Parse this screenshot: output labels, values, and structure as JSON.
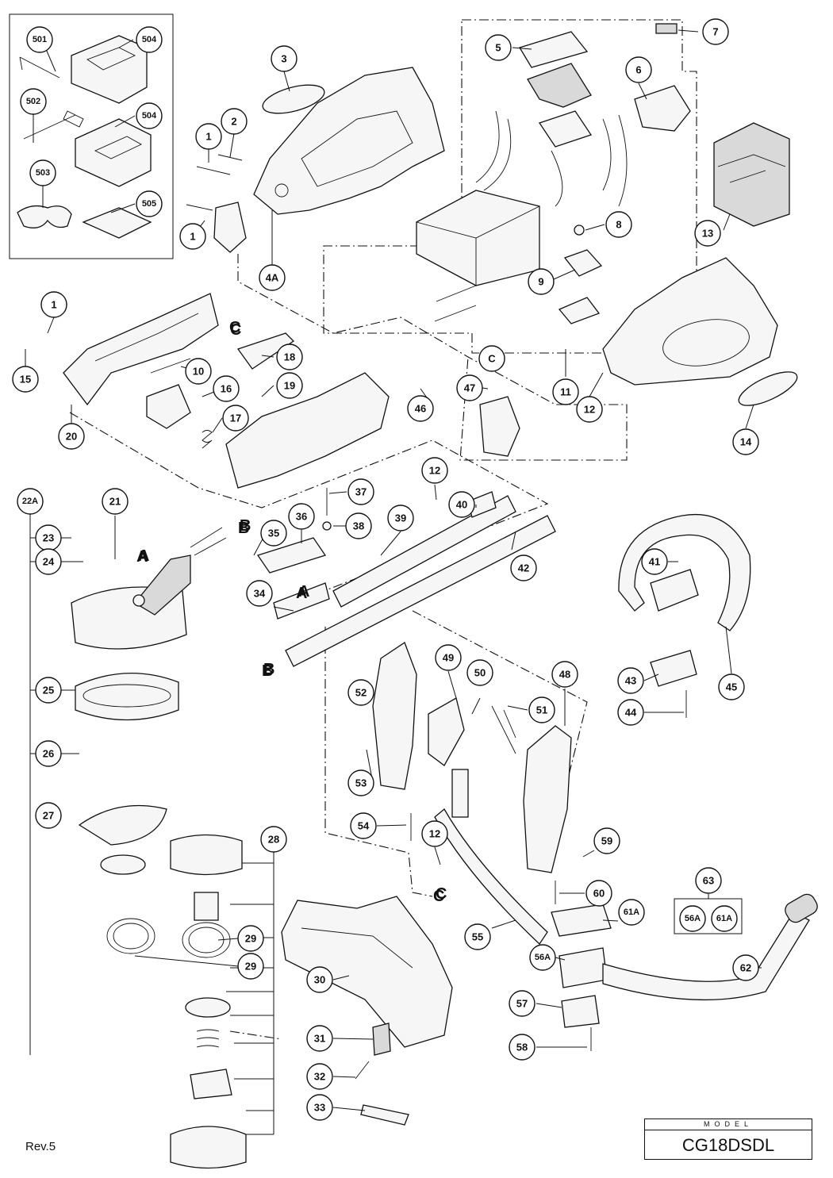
{
  "document": {
    "revision": "Rev.5",
    "model_caption": "MODEL",
    "model_number": "CG18DSDL"
  },
  "callouts": [
    "501",
    "504",
    "502",
    "504",
    "503",
    "505",
    "3",
    "1",
    "2",
    "1",
    "4A",
    "5",
    "7",
    "6",
    "8",
    "9",
    "13",
    "1",
    "15",
    "C",
    "18",
    "10",
    "16",
    "19",
    "17",
    "20",
    "46",
    "47",
    "11",
    "12",
    "14",
    "C",
    "22A",
    "21",
    "23",
    "24",
    "B",
    "A",
    "25",
    "26",
    "27",
    "28",
    "29",
    "29",
    "30",
    "31",
    "32",
    "33",
    "35",
    "36",
    "37",
    "38",
    "34",
    "A",
    "B",
    "39",
    "12",
    "40",
    "42",
    "52",
    "49",
    "50",
    "48",
    "51",
    "53",
    "54",
    "12",
    "C",
    "55",
    "59",
    "60",
    "61A",
    "56A",
    "57",
    "58",
    "63",
    "56A",
    "61A",
    "41",
    "43",
    "44",
    "45",
    "62"
  ],
  "reference_letters": [
    "C",
    "B",
    "A",
    "A",
    "B",
    "C",
    "C"
  ]
}
